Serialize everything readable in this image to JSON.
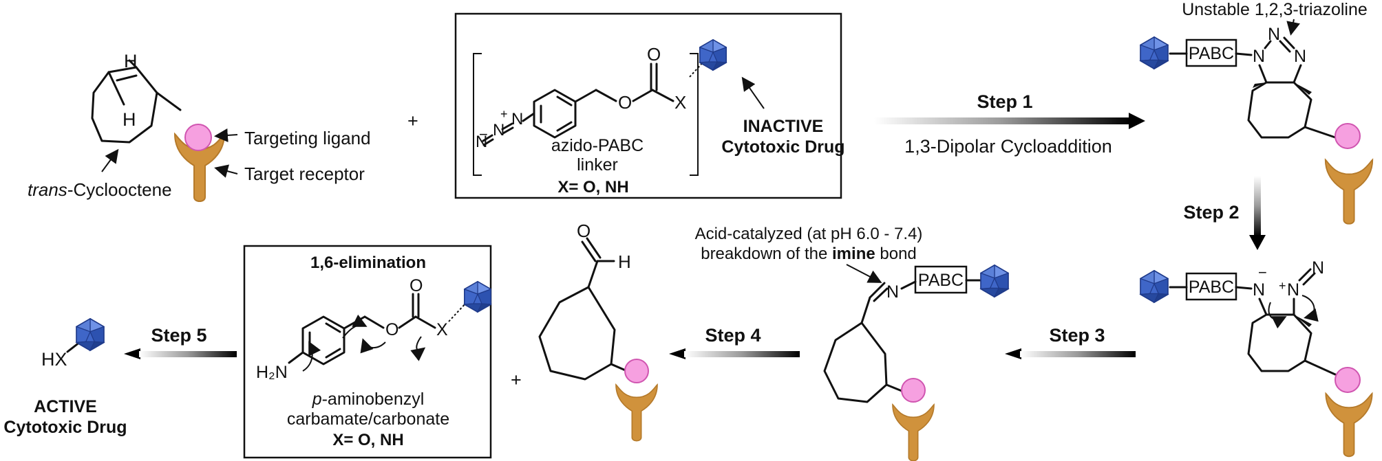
{
  "top_left": {
    "h_atom_top": "H",
    "h_atom_inner": "H",
    "plus": "+",
    "targeting_ligand": "Targeting ligand",
    "target_receptor": "Target receptor",
    "tco_italic": "trans",
    "tco_rest": "-Cyclooctene"
  },
  "linker_box": {
    "o_carbonyl": "O",
    "o_ether": "O",
    "x_atom": "X",
    "n1": "N",
    "n2": "N",
    "n3": "N",
    "plus_sign": "+",
    "minus_sign": "−",
    "name_line1": "azido-PABC",
    "name_line2": "linker",
    "x_def": "X= O, NH",
    "drug_line1": "INACTIVE",
    "drug_line2": "Cytotoxic Drug"
  },
  "step1": {
    "label": "Step 1",
    "caption": "1,3-Dipolar Cycloaddition"
  },
  "triazoline": {
    "title": "Unstable 1,2,3-triazoline",
    "pabc": "PABC",
    "n_a": "N",
    "n_b": "N",
    "n_c": "N"
  },
  "step2": {
    "label": "Step 2"
  },
  "intermediate": {
    "pabc": "PABC",
    "n_minus": "N",
    "n_plus": "N",
    "n_top": "N",
    "minus": "−",
    "plus": "+"
  },
  "step3": {
    "label": "Step 3"
  },
  "imine": {
    "line1": "Acid-catalyzed (at pH 6.0 - 7.4)",
    "line2_pre": "breakdown of the ",
    "line2_bold": "imine",
    "line2_post": " bond",
    "n_atom": "N",
    "pabc": "PABC"
  },
  "step4": {
    "label": "Step 4"
  },
  "aldehyde": {
    "o_atom": "O",
    "h_atom": "H",
    "plus": "+"
  },
  "elimination_box": {
    "title": "1,6-elimination",
    "o_carbonyl": "O",
    "o_ether": "O",
    "x_atom": "X",
    "amine": "H₂N",
    "name_italic": "p",
    "name_line1_rest": "-aminobenzyl",
    "name_line2": "carbamate/carbonate",
    "x_def": "X= O, NH"
  },
  "step5": {
    "label": "Step 5"
  },
  "active_drug": {
    "hx": "HX",
    "line1": "ACTIVE",
    "line2": "Cytotoxic Drug"
  },
  "colors": {
    "ligand_pink": "#f6a0e0",
    "receptor_orange": "#d0923c",
    "drug_blue": "#3f66c8"
  }
}
